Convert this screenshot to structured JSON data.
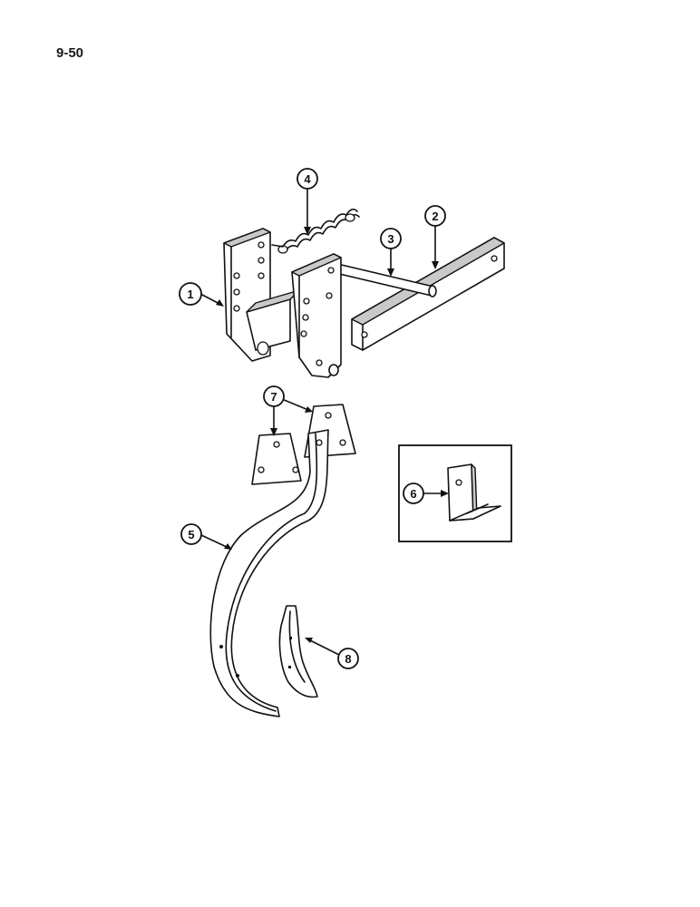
{
  "page": {
    "number": "9-50"
  },
  "callouts": [
    {
      "id": "1",
      "part": "mounting-bracket"
    },
    {
      "id": "2",
      "part": "mounting-bar"
    },
    {
      "id": "3",
      "part": "pin"
    },
    {
      "id": "4",
      "part": "spring"
    },
    {
      "id": "5",
      "part": "shank"
    },
    {
      "id": "6",
      "part": "bracket-inset"
    },
    {
      "id": "7",
      "part": "clamp-plates"
    },
    {
      "id": "8",
      "part": "point"
    }
  ],
  "colors": {
    "ink": "#111111",
    "paper": "#ffffff",
    "shade": "#c9c9c9"
  }
}
